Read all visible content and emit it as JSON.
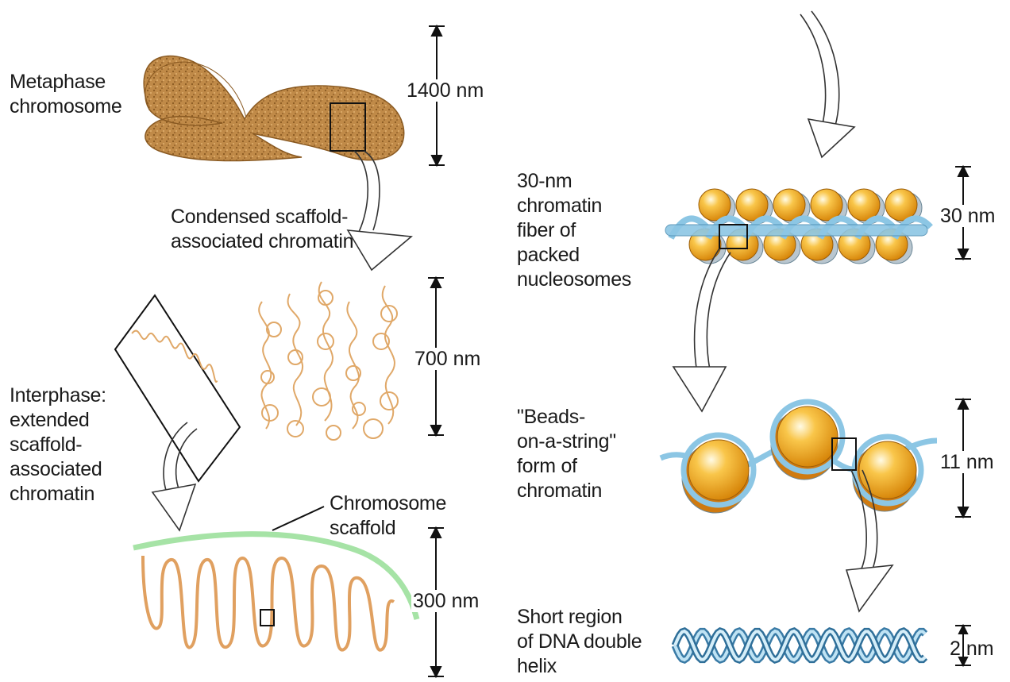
{
  "labels": {
    "metaphase": "Metaphase\nchromosome",
    "condensed": "Condensed scaffold-\nassociated chromatin",
    "interphase": "Interphase:\nextended\nscaffold-\nassociated\nchromatin",
    "scaffold": "Chromosome\nscaffold",
    "fiber30": "30-nm\nchromatin\nfiber of\npacked\nnucleosomes",
    "beads": "\"Beads-\non-a-string\"\nform of\nchromatin",
    "dna": "Short region\nof DNA double\nhelix"
  },
  "measurements": {
    "m1400": "1400 nm",
    "m700": "700 nm",
    "m300": "300 nm",
    "m30": "30 nm",
    "m11": "11 nm",
    "m2": "2 nm"
  },
  "colors": {
    "chromosome": "#b8813f",
    "chromatin_loop": "#e0a868",
    "scaffold": "#a6e3a6",
    "nucleosome": "#f2a41e",
    "dna_strand": "#8cc6e4",
    "outline": "#1a1a1a"
  }
}
